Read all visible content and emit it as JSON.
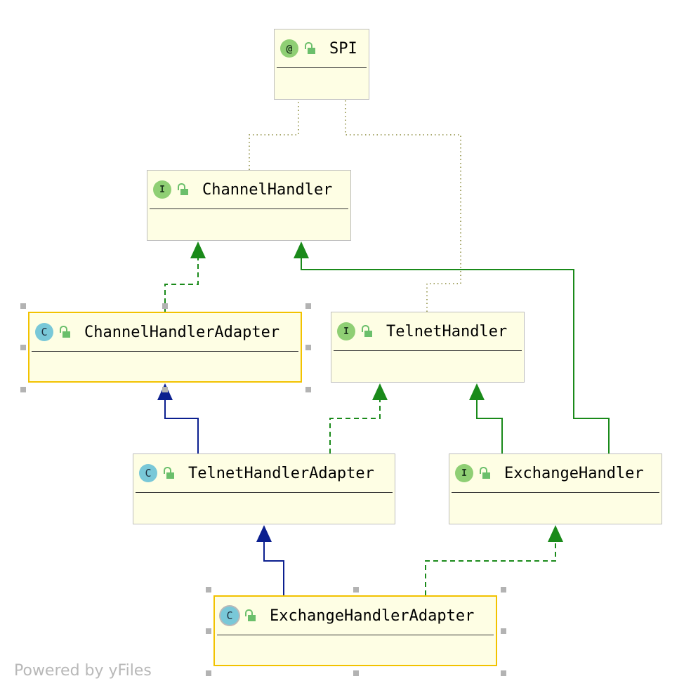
{
  "diagram": {
    "nodes": [
      {
        "id": "spi",
        "kind": "annotation",
        "badge": "@",
        "label": "SPI"
      },
      {
        "id": "channel-handler",
        "kind": "interface",
        "badge": "I",
        "label": "ChannelHandler"
      },
      {
        "id": "channel-handler-adapter",
        "kind": "class",
        "badge": "C",
        "label": "ChannelHandlerAdapter"
      },
      {
        "id": "telnet-handler",
        "kind": "interface",
        "badge": "I",
        "label": "TelnetHandler"
      },
      {
        "id": "telnet-handler-adapter",
        "kind": "class",
        "badge": "C",
        "label": "TelnetHandlerAdapter"
      },
      {
        "id": "exchange-handler",
        "kind": "interface",
        "badge": "I",
        "label": "ExchangeHandler"
      },
      {
        "id": "exchange-handler-adapter",
        "kind": "abstract-class",
        "badge": "C",
        "label": "ExchangeHandlerAdapter"
      }
    ],
    "edges": [
      {
        "from": "channel-handler",
        "to": "spi",
        "type": "annotation"
      },
      {
        "from": "telnet-handler",
        "to": "spi",
        "type": "annotation"
      },
      {
        "from": "channel-handler-adapter",
        "to": "channel-handler",
        "type": "implements"
      },
      {
        "from": "exchange-handler",
        "to": "channel-handler",
        "type": "extends-interface"
      },
      {
        "from": "telnet-handler-adapter",
        "to": "channel-handler-adapter",
        "type": "extends"
      },
      {
        "from": "telnet-handler-adapter",
        "to": "telnet-handler",
        "type": "implements"
      },
      {
        "from": "exchange-handler",
        "to": "telnet-handler",
        "type": "extends-interface"
      },
      {
        "from": "exchange-handler-adapter",
        "to": "telnet-handler-adapter",
        "type": "extends"
      },
      {
        "from": "exchange-handler-adapter",
        "to": "exchange-handler",
        "type": "implements"
      }
    ],
    "colors": {
      "node_fill": "#fefee4",
      "node_border": "#bdbdbd",
      "selected_border": "#f2c200",
      "implements": "#1a8a1a",
      "extends": "#0b1f8f",
      "annotation": "#8a8a3a"
    }
  },
  "footer": {
    "text": "Powered by yFiles"
  }
}
